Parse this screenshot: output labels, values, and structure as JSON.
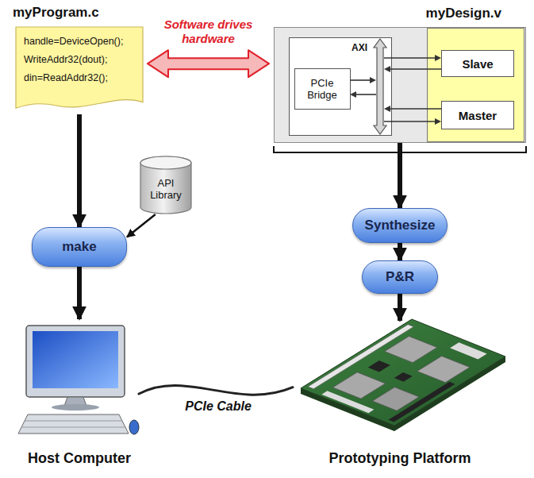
{
  "diagram": {
    "nodes": [
      {
        "text": [
          "myProgram.c",
          "handle=DeviceOpen();",
          "WriteAddr32(dout);",
          "din=ReadAddr32();"
        ]
      },
      {
        "text": [
          "myDesign.v"
        ]
      },
      {
        "text": [
          "AXI"
        ],
        "in": 1
      },
      {
        "text": [
          "PCIe Bridge"
        ],
        "in": 2
      },
      {
        "text": [
          "Slave"
        ],
        "in": 1
      },
      {
        "text": [
          "Master"
        ],
        "in": 1
      },
      {
        "text": [
          "API Library"
        ]
      },
      {
        "text": [
          "make"
        ]
      },
      {
        "text": [
          "Synthesize"
        ]
      },
      {
        "text": [
          "P&R"
        ]
      },
      {
        "text": [
          "Host Computer"
        ]
      },
      {
        "text": [
          "Prototyping Platform"
        ]
      }
    ],
    "edges": [
      {
        "from": 0,
        "to": 1,
        "label": "Software drives hardware",
        "arrow": "both"
      },
      {
        "from": 0,
        "to": 7,
        "arrow": "to"
      },
      {
        "from": 6,
        "to": 7,
        "arrow": "to"
      },
      {
        "from": 7,
        "to": 10,
        "arrow": "to"
      },
      {
        "from": 1,
        "to": 8,
        "arrow": "to"
      },
      {
        "from": 8,
        "to": 9,
        "arrow": "to"
      },
      {
        "from": 9,
        "to": 11,
        "arrow": "to"
      },
      {
        "from": 10,
        "to": 11,
        "label": "PCIe Cable",
        "arrow": "none"
      }
    ]
  }
}
